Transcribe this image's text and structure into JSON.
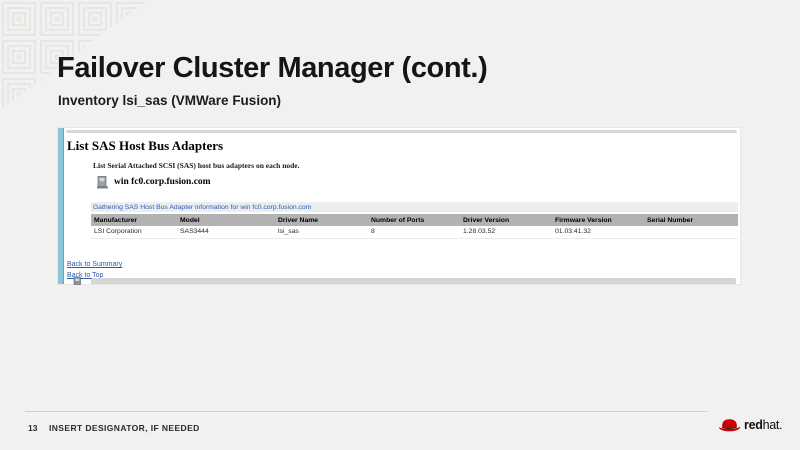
{
  "slide": {
    "title": "Failover Cluster Manager (cont.)",
    "subtitle": "Inventory lsi_sas (VMWare Fusion)"
  },
  "report": {
    "heading": "List SAS Host Bus Adapters",
    "description": "List Serial Attached SCSI (SAS) host bus adapters on each node.",
    "node_name": "win fc0.corp.fusion.com",
    "status_line": "Gathering SAS Host Bus Adapter information for win fc0.corp.fusion.com",
    "table": {
      "headers": [
        "Manufacturer",
        "Model",
        "Driver Name",
        "Number of Ports",
        "Driver Version",
        "Firmware Version",
        "Serial Number"
      ],
      "rows": [
        [
          "LSI Corporation",
          "SAS3444",
          "lsi_sas",
          "8",
          "1.28.03.52",
          "01.03.41.32",
          ""
        ]
      ]
    },
    "links": {
      "summary": "Back to Summary",
      "top": "Back to Top"
    }
  },
  "footer": {
    "page_number": "13",
    "designator": "INSERT DESIGNATOR, IF NEEDED",
    "logo_text_bold": "red",
    "logo_text_regular": "hat."
  },
  "colors": {
    "slide_bg": "#f1f1ef",
    "accent_bar_blue": "#8cc6db",
    "table_header_gray": "#b2b2b2",
    "link_blue": "#2a5db0",
    "status_text_blue": "#2a5db0",
    "logo_red": "#cc0000"
  }
}
